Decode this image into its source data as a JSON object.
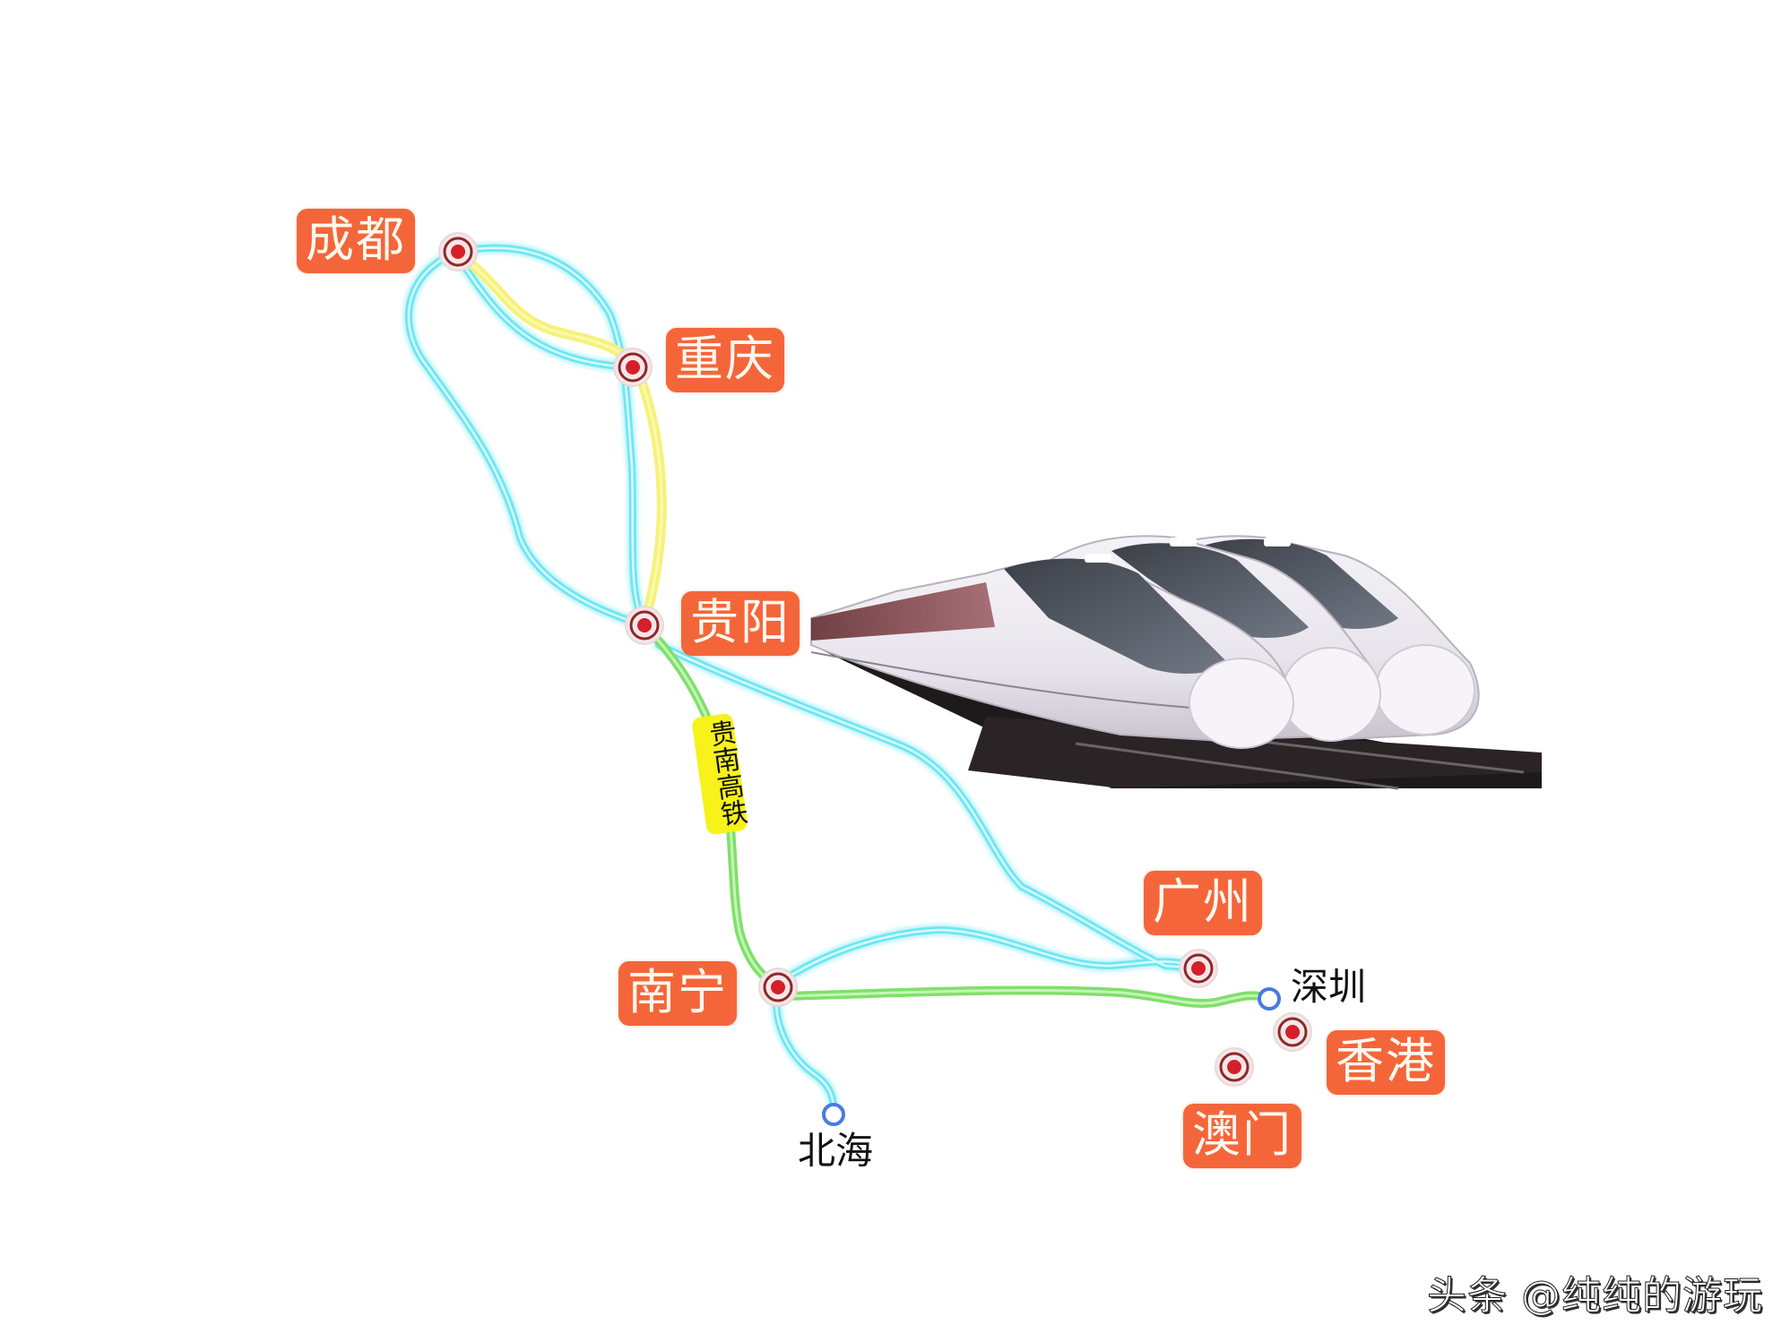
{
  "map": {
    "title": "",
    "colors": {
      "label_bg": "#f4663a",
      "route_blue": "#6fe6f2",
      "route_yellow": "#f4f36a",
      "route_green": "#7fe06a",
      "station_dot": "#d4202a",
      "station_ring": "#8a2a2a",
      "minor_station": "#4a7ae0"
    },
    "cities": [
      {
        "name": "成都",
        "type": "major"
      },
      {
        "name": "重庆",
        "type": "major"
      },
      {
        "name": "贵阳",
        "type": "major"
      },
      {
        "name": "南宁",
        "type": "major"
      },
      {
        "name": "广州",
        "type": "major"
      },
      {
        "name": "香港",
        "type": "major"
      },
      {
        "name": "澳门",
        "type": "major"
      },
      {
        "name": "深圳",
        "type": "minor"
      },
      {
        "name": "北海",
        "type": "minor"
      }
    ],
    "line_tag": "贵南高铁",
    "illustration": "high-speed-train-image",
    "watermark": "头条 @纯纯的游玩"
  }
}
